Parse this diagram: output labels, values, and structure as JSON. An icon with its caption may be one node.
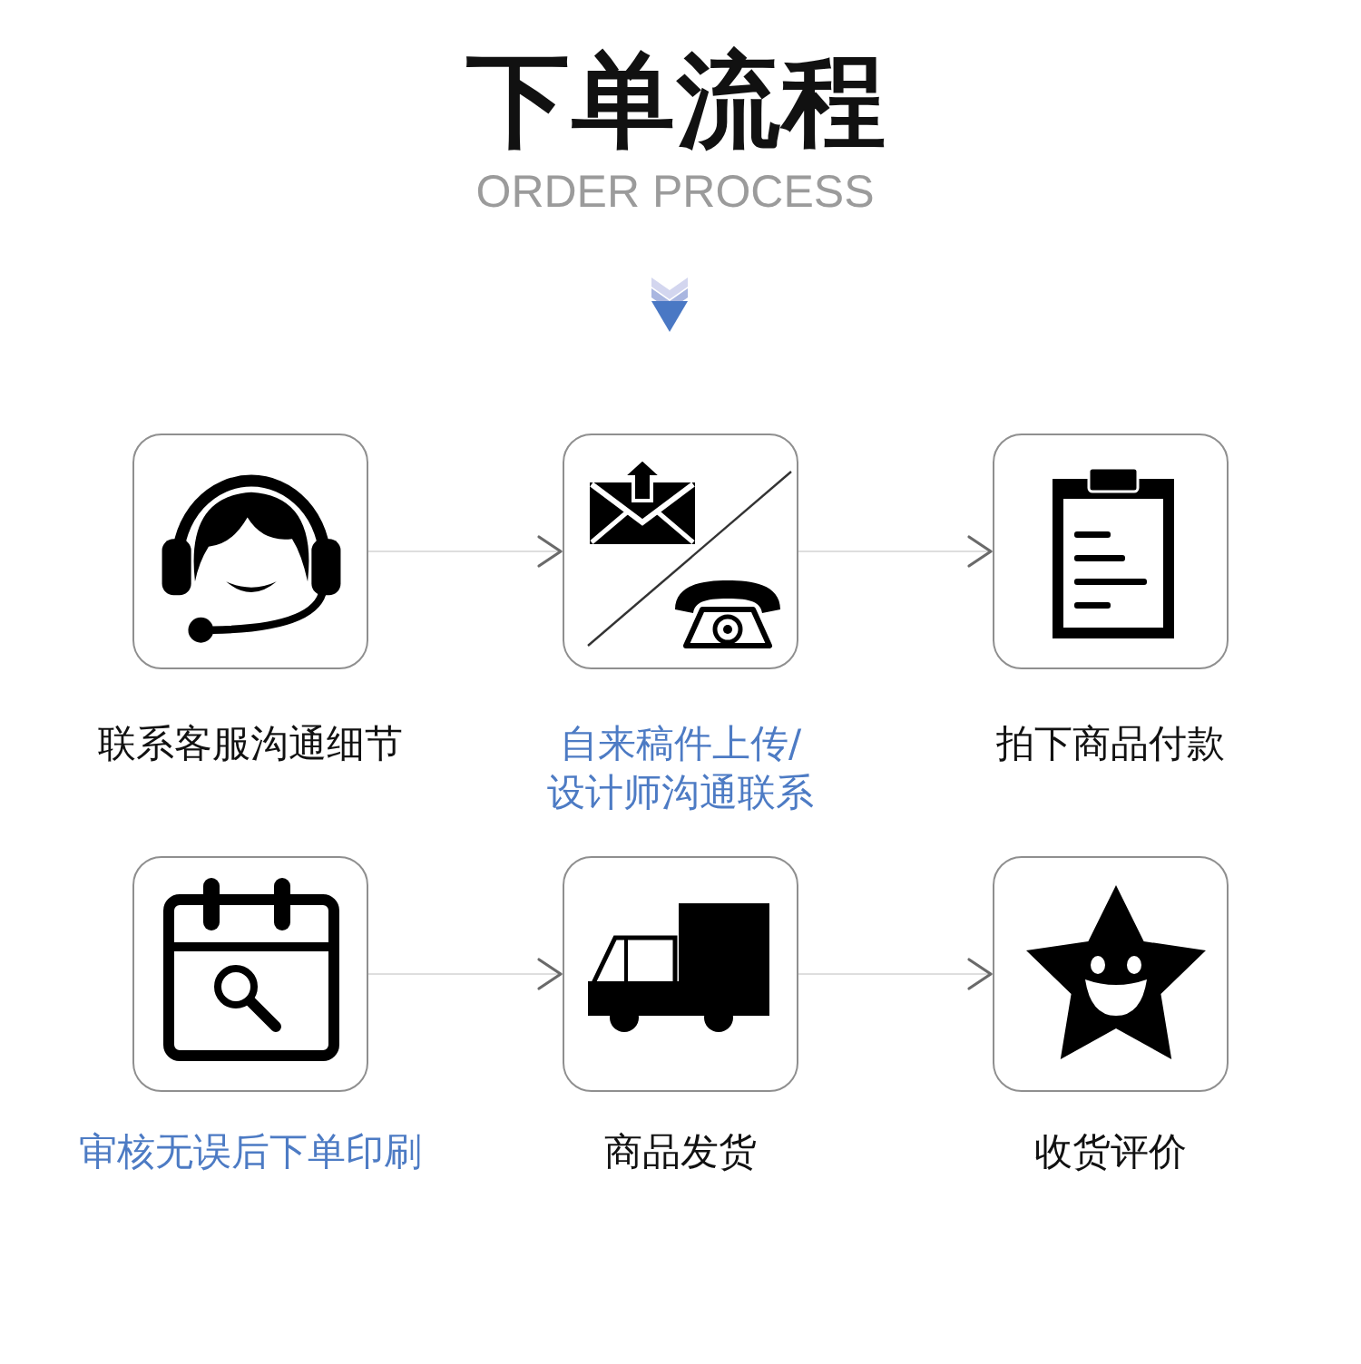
{
  "diagram": {
    "title": "下单流程",
    "nodes": [
      {
        "text": [
          "联系客服沟通细节"
        ]
      },
      {
        "text": [
          "自来稿件上传/设计师沟通联系"
        ]
      },
      {
        "text": [
          "拍下商品付款"
        ]
      },
      {
        "text": [
          "审核无误后下单印刷"
        ]
      },
      {
        "text": [
          "商品发货"
        ]
      },
      {
        "text": [
          "收货评价"
        ]
      }
    ],
    "edges": [
      {
        "from": 0,
        "to": 1,
        "arrow": "to"
      },
      {
        "from": 1,
        "to": 2,
        "arrow": "to"
      },
      {
        "from": 3,
        "to": 4,
        "arrow": "to"
      },
      {
        "from": 4,
        "to": 5,
        "arrow": "to"
      }
    ],
    "labels": [
      "ORDER PROCESS"
    ]
  }
}
